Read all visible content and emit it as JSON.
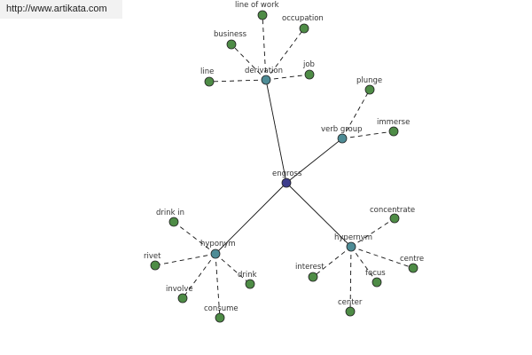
{
  "watermark": "http://www.artikata.com",
  "colors": {
    "root": "#3c3c8c",
    "relation": "#4e8c96",
    "word": "#4e8c46",
    "node_stroke": "#222222",
    "edge": "#111111"
  },
  "graph": {
    "root": "engross",
    "relations": [
      {
        "label": "derivation",
        "words": [
          "line of work",
          "occupation",
          "business",
          "line",
          "job"
        ]
      },
      {
        "label": "verb group",
        "words": [
          "plunge",
          "immerse"
        ]
      },
      {
        "label": "hyponym",
        "words": [
          "drink in",
          "rivet",
          "involve",
          "consume",
          "drink"
        ]
      },
      {
        "label": "hypernym",
        "words": [
          "concentrate",
          "centre",
          "interest",
          "focus",
          "center"
        ]
      }
    ]
  }
}
